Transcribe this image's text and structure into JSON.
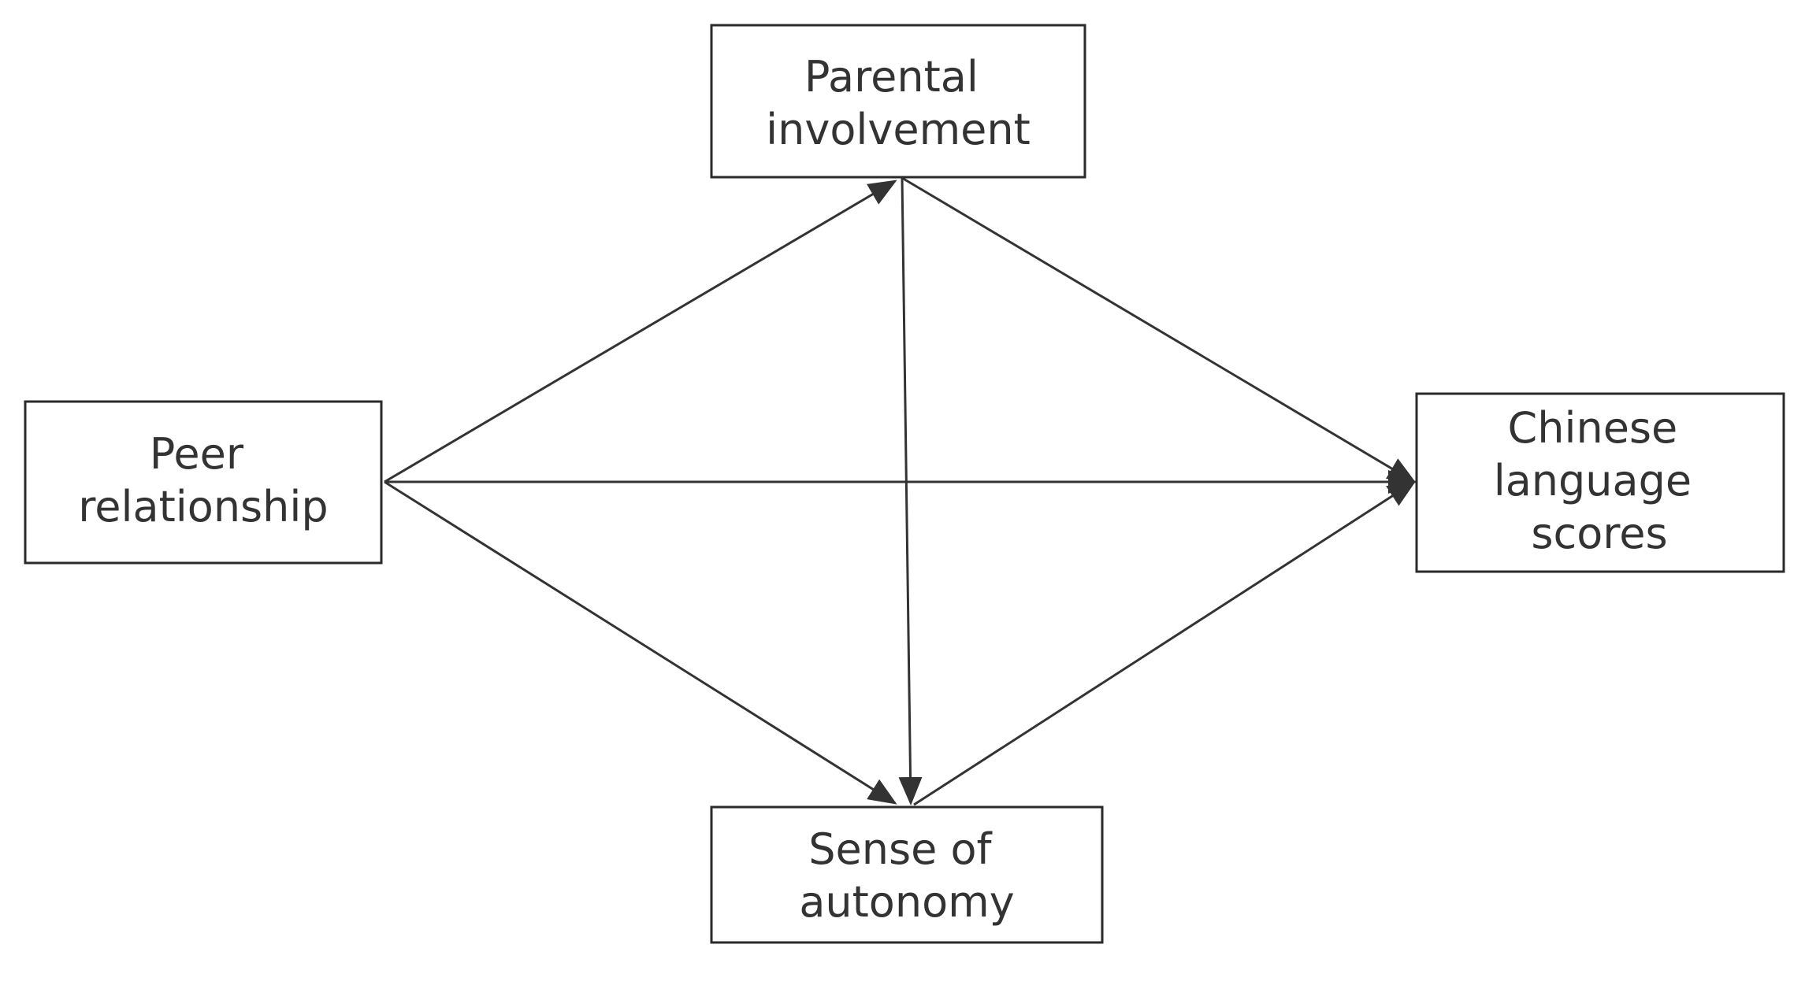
{
  "diagram": {
    "nodes": {
      "parental": {
        "lines": [
          "Parental",
          "involvement"
        ]
      },
      "peer": {
        "lines": [
          "Peer",
          "relationship"
        ]
      },
      "chinese": {
        "lines": [
          "Chinese",
          "language",
          "scores"
        ]
      },
      "autonomy": {
        "lines": [
          "Sense of",
          "autonomy"
        ]
      }
    },
    "edges": [
      {
        "from": "peer",
        "to": "parental"
      },
      {
        "from": "peer",
        "to": "autonomy"
      },
      {
        "from": "peer",
        "to": "chinese"
      },
      {
        "from": "parental",
        "to": "chinese"
      },
      {
        "from": "parental",
        "to": "autonomy"
      },
      {
        "from": "autonomy",
        "to": "chinese"
      }
    ],
    "colors": {
      "stroke": "#2a2a2a",
      "text": "#333333",
      "background": "#ffffff"
    }
  }
}
